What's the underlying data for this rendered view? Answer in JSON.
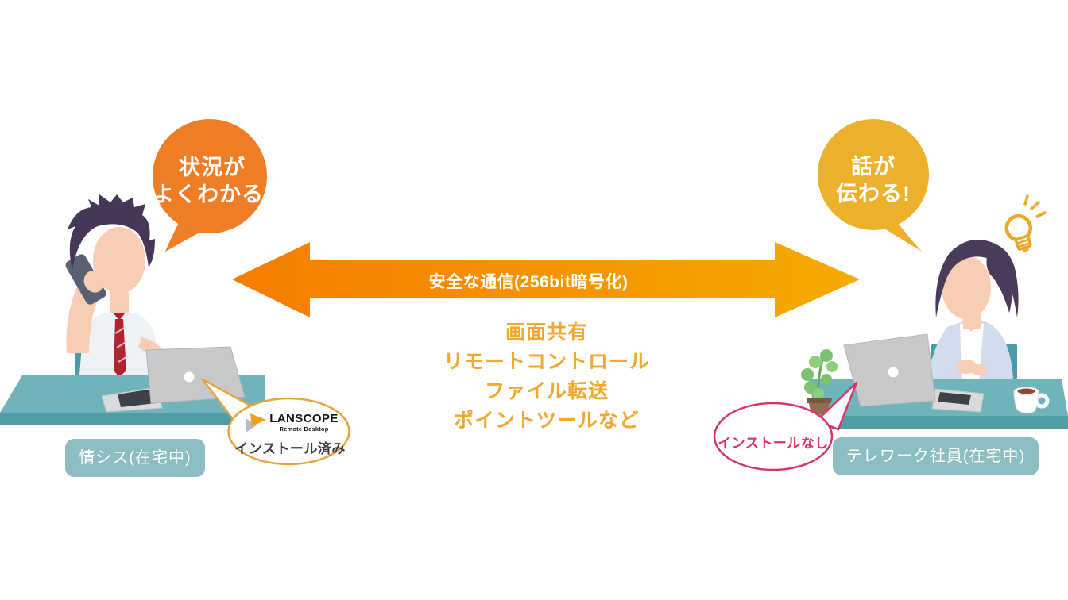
{
  "left": {
    "bubble": {
      "line1": "状況が",
      "line2": "よくわかる!"
    },
    "label": "情シス(在宅中)",
    "callout": {
      "brand": "LANSCOPE",
      "brand_sub": "Remote Desktop",
      "status": "インストール済み"
    }
  },
  "center": {
    "arrow_label": "安全な通信(256bit暗号化)",
    "features": [
      "画面共有",
      "リモートコントロール",
      "ファイル転送",
      "ポイントツールなど"
    ]
  },
  "right": {
    "bubble": {
      "line1": "話が",
      "line2": "伝わる!"
    },
    "label": "テレワーク社員(在宅中)",
    "callout": {
      "status": "インストールなし"
    }
  },
  "colors": {
    "bubble_left": "#ee7d25",
    "bubble_right": "#edb02a",
    "arrow_gradient_start": "#f57c00",
    "arrow_gradient_end": "#f5ab00",
    "features_text": "#f0a831",
    "label_background": "#8cbec1",
    "desk_top": "#6fb4bb",
    "desk_edge": "#4f9da6",
    "callout_left_border": "#e9a33c",
    "callout_right_border": "#d8336d",
    "lightbulb": "#eaa926"
  }
}
